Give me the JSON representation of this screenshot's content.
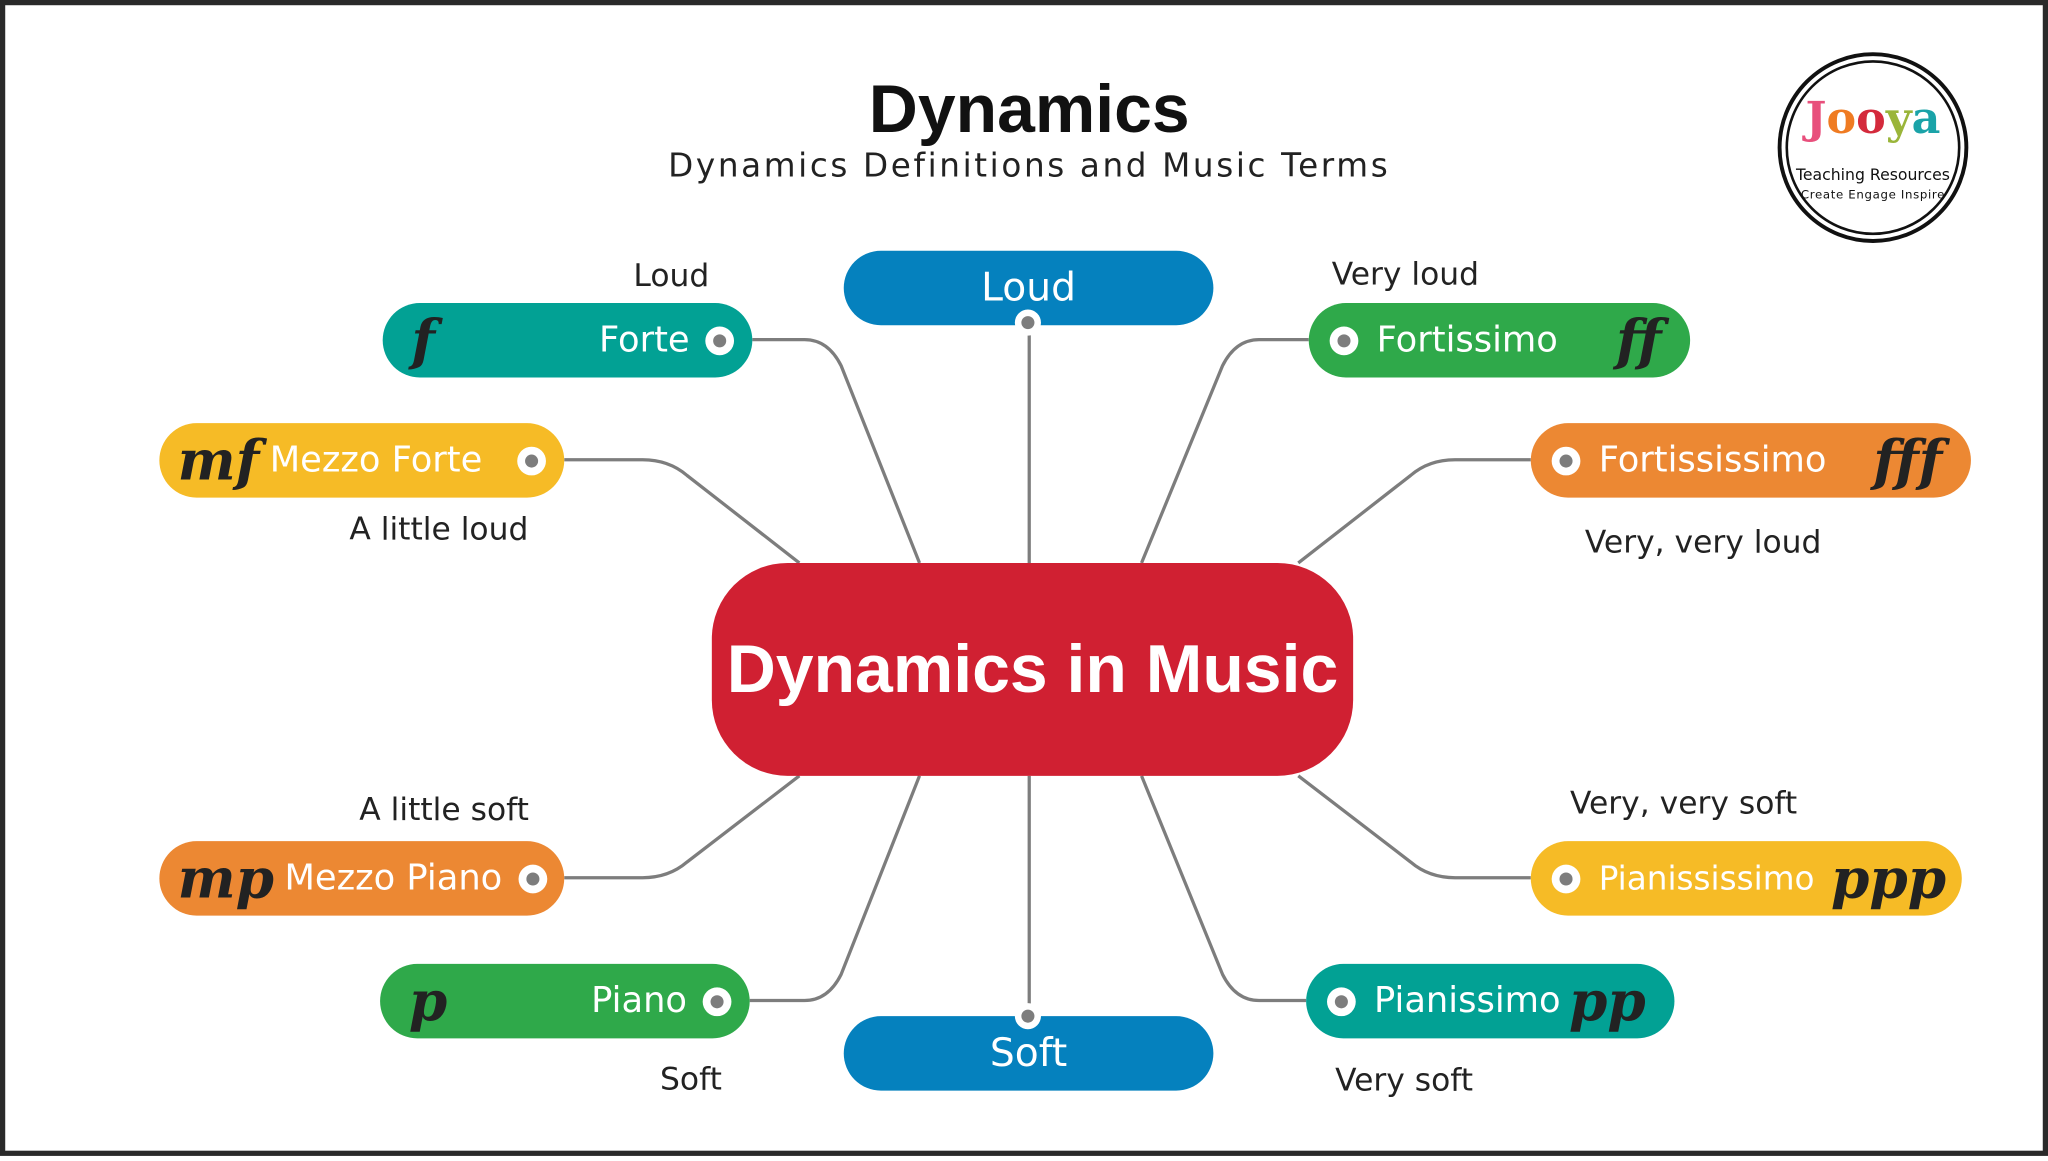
{
  "header": {
    "title": "Dynamics",
    "subtitle": "Dynamics Definitions and Music Terms"
  },
  "logo": {
    "word": "Jooya",
    "line1": "Teaching Resources",
    "line2": "Create  Engage  Inspire"
  },
  "center": {
    "label": "Dynamics in Music"
  },
  "top": {
    "label": "Loud"
  },
  "bottom": {
    "label": "Soft"
  },
  "nodes": [
    {
      "symbol": "f",
      "name": "Forte",
      "meaning": "Loud",
      "color": "#02a194"
    },
    {
      "symbol": "mf",
      "name": "Mezzo Forte",
      "meaning": "A little loud",
      "color": "#f6bb26"
    },
    {
      "symbol": "ff",
      "name": "Fortissimo",
      "meaning": "Very loud",
      "color": "#2fa94a"
    },
    {
      "symbol": "fff",
      "name": "Fortississimo",
      "meaning": "Very, very loud",
      "color": "#ec8833"
    },
    {
      "symbol": "mp",
      "name": "Mezzo Piano",
      "meaning": "A little soft",
      "color": "#ec8833"
    },
    {
      "symbol": "p",
      "name": "Piano",
      "meaning": "Soft",
      "color": "#2fa94a"
    },
    {
      "symbol": "ppp",
      "name": "Pianississimo",
      "meaning": "Very, very soft",
      "color": "#f6bb26"
    },
    {
      "symbol": "pp",
      "name": "Pianissimo",
      "meaning": "Very soft",
      "color": "#02a194"
    }
  ],
  "colors": {
    "center": "#d02032",
    "axis": "#0581be",
    "line": "#7d7d7d"
  }
}
